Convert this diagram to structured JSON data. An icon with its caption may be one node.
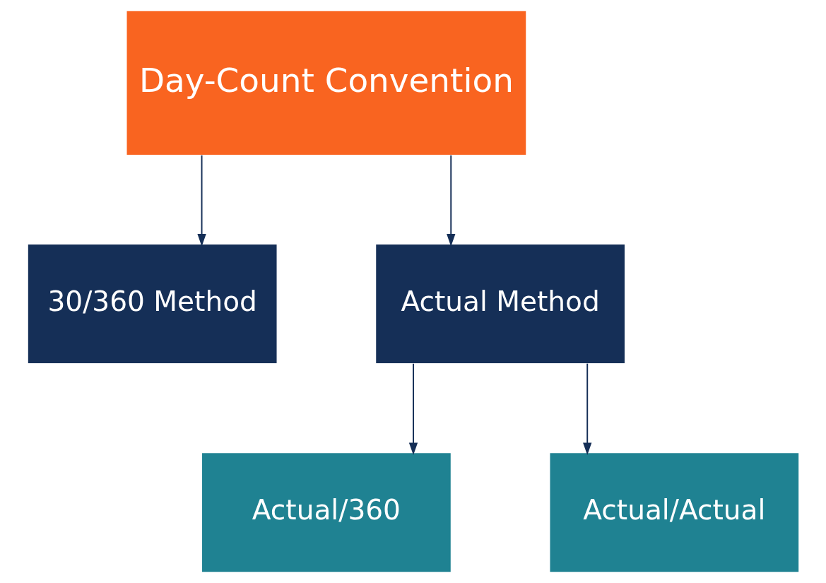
{
  "diagram": {
    "nodes": [
      {
        "text": [
          "Day-Count Convention"
        ]
      },
      {
        "text": [
          "30/360 Method"
        ]
      },
      {
        "text": [
          "Actual Method"
        ]
      },
      {
        "text": [
          "Actual/360"
        ]
      },
      {
        "text": [
          "Actual/Actual"
        ]
      }
    ],
    "edges": [
      {
        "from": 0,
        "to": 1,
        "arrow": "to"
      },
      {
        "from": 0,
        "to": 2,
        "arrow": "to"
      },
      {
        "from": 2,
        "to": 3,
        "arrow": "to"
      },
      {
        "from": 2,
        "to": 4,
        "arrow": "to"
      }
    ]
  }
}
